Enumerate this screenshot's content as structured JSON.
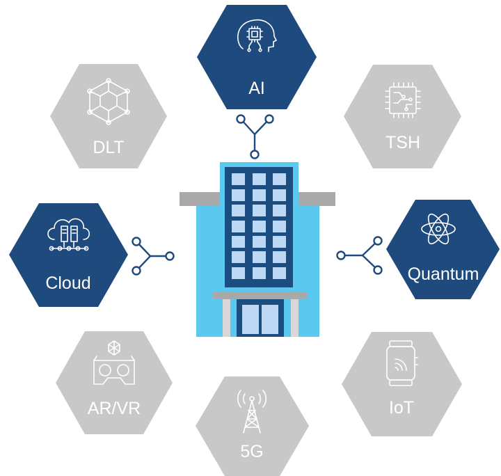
{
  "nodes": [
    {
      "id": "ai",
      "label": "AI",
      "icon": "ai-head-chip-icon",
      "active": true
    },
    {
      "id": "dlt",
      "label": "DLT",
      "icon": "blockchain-cube-icon",
      "active": false
    },
    {
      "id": "tsh",
      "label": "TSH",
      "icon": "chip-circuit-icon",
      "active": false
    },
    {
      "id": "cloud",
      "label": "Cloud",
      "icon": "cloud-servers-icon",
      "active": true
    },
    {
      "id": "quantum",
      "label": "Quantum",
      "icon": "atom-icon",
      "active": true
    },
    {
      "id": "arvr",
      "label": "AR/VR",
      "icon": "vr-headset-icon",
      "active": false
    },
    {
      "id": "iot",
      "label": "IoT",
      "icon": "smartwatch-icon",
      "active": false
    },
    {
      "id": "5g",
      "label": "5G",
      "icon": "antenna-tower-icon",
      "active": false
    }
  ],
  "center": {
    "icon": "office-building-icon"
  },
  "colors": {
    "active": "#1f4a7e",
    "inactive": "#c8c8c8",
    "building_light": "#5bc8ef",
    "building_dark": "#1c4d80",
    "building_grey": "#a9a9a9",
    "window": "#bcd8f5"
  }
}
